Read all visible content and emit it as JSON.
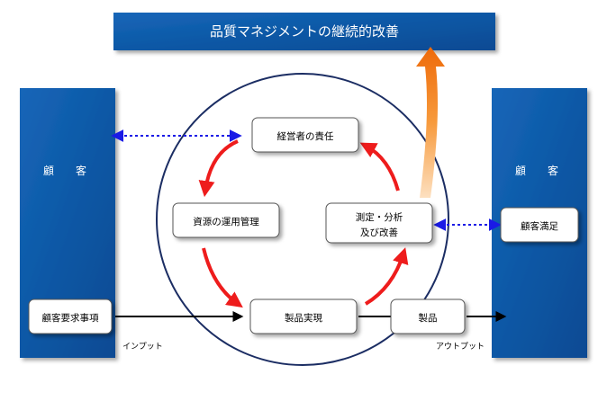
{
  "title": "品質マネジメントの継続的改善",
  "customer_left": "顧　客",
  "customer_right": "顧　客",
  "nodes": {
    "management": "経営者の責任",
    "resource": "資源の運用管理",
    "measurement_line1": "測定・分析",
    "measurement_line2": "及び改善",
    "realization": "製品実現",
    "product": "製品",
    "requirements": "顧客要求事項",
    "satisfaction": "顧客満足"
  },
  "labels": {
    "input": "インプット",
    "output": "アウトプット"
  },
  "colors": {
    "box_blue": "#0b5aa8",
    "cycle_arrow": "#ee1c1c",
    "improve_arrow": "#f07a12",
    "dotted_arrow": "#1a1ae6",
    "flow_arrow": "#000000"
  }
}
